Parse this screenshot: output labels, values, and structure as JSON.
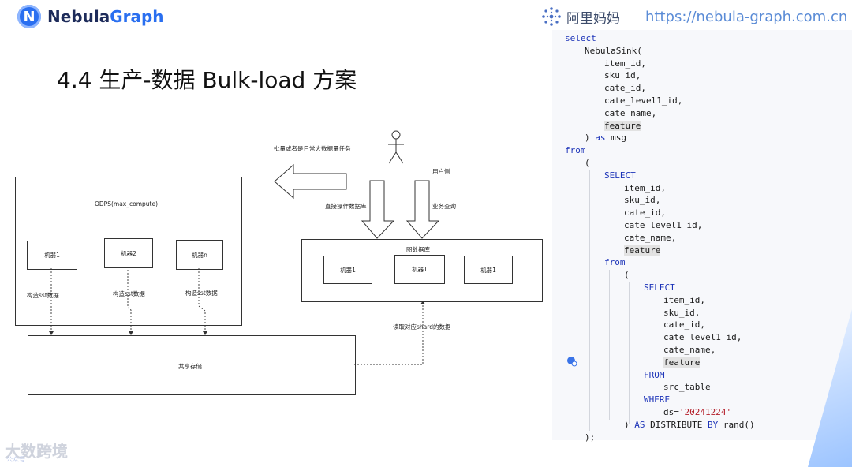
{
  "header": {
    "logo_text_1": "Nebula",
    "logo_text_2": "Graph",
    "alibaba_text": "阿里妈妈",
    "url": "https://nebula-graph.com.cn"
  },
  "slide": {
    "title": "4.4 生产-数据 Bulk-load 方案"
  },
  "diagram": {
    "batch_label": "批量或者是日常大数据量任务",
    "user_side": "用户侧",
    "direct_db": "直接操作数据库",
    "biz_query": "业务查询",
    "odps_title": "ODPS(max_compute)",
    "odps_machines": [
      "机器1",
      "机器2",
      "机器n"
    ],
    "build_sst": "构造sst数据",
    "graph_db_title": "图数据库",
    "graph_machines": [
      "机器1",
      "机器1",
      "机器1"
    ],
    "shared_storage": "共享存储",
    "read_shard": "读取对应shard的数据"
  },
  "code": {
    "lines": [
      {
        "indent": 0,
        "parts": [
          [
            "kw",
            "select"
          ]
        ]
      },
      {
        "indent": 1,
        "parts": [
          [
            "id",
            "NebulaSink("
          ]
        ]
      },
      {
        "indent": 2,
        "parts": [
          [
            "id",
            "item_id,"
          ]
        ]
      },
      {
        "indent": 2,
        "parts": [
          [
            "id",
            "sku_id,"
          ]
        ]
      },
      {
        "indent": 2,
        "parts": [
          [
            "id",
            "cate_id,"
          ]
        ]
      },
      {
        "indent": 2,
        "parts": [
          [
            "id",
            "cate_level1_id,"
          ]
        ]
      },
      {
        "indent": 2,
        "parts": [
          [
            "id",
            "cate_name,"
          ]
        ]
      },
      {
        "indent": 2,
        "parts": [
          [
            "hl",
            "feature"
          ]
        ]
      },
      {
        "indent": 1,
        "parts": [
          [
            "id",
            ") "
          ],
          [
            "kw",
            "as"
          ],
          [
            "id",
            " msg"
          ]
        ]
      },
      {
        "indent": 0,
        "parts": [
          [
            "kw",
            "from"
          ]
        ]
      },
      {
        "indent": 1,
        "parts": [
          [
            "id",
            "("
          ]
        ]
      },
      {
        "indent": 2,
        "parts": [
          [
            "kw",
            "SELECT"
          ]
        ]
      },
      {
        "indent": 3,
        "parts": [
          [
            "id",
            "item_id,"
          ]
        ]
      },
      {
        "indent": 3,
        "parts": [
          [
            "id",
            "sku_id,"
          ]
        ]
      },
      {
        "indent": 3,
        "parts": [
          [
            "id",
            "cate_id,"
          ]
        ]
      },
      {
        "indent": 3,
        "parts": [
          [
            "id",
            "cate_level1_id,"
          ]
        ]
      },
      {
        "indent": 3,
        "parts": [
          [
            "id",
            "cate_name,"
          ]
        ]
      },
      {
        "indent": 3,
        "parts": [
          [
            "hl",
            "feature"
          ]
        ]
      },
      {
        "indent": 2,
        "parts": [
          [
            "kw",
            "from"
          ]
        ]
      },
      {
        "indent": 3,
        "parts": [
          [
            "id",
            "("
          ]
        ]
      },
      {
        "indent": 4,
        "parts": [
          [
            "kw",
            "SELECT"
          ]
        ]
      },
      {
        "indent": 5,
        "parts": [
          [
            "id",
            "item_id,"
          ]
        ]
      },
      {
        "indent": 5,
        "parts": [
          [
            "id",
            "sku_id,"
          ]
        ]
      },
      {
        "indent": 5,
        "parts": [
          [
            "id",
            "cate_id,"
          ]
        ]
      },
      {
        "indent": 5,
        "parts": [
          [
            "id",
            "cate_level1_id,"
          ]
        ]
      },
      {
        "indent": 5,
        "parts": [
          [
            "id",
            "cate_name,"
          ]
        ]
      },
      {
        "indent": 5,
        "parts": [
          [
            "hl",
            "feature"
          ]
        ]
      },
      {
        "indent": 4,
        "parts": [
          [
            "kw",
            "FROM"
          ]
        ]
      },
      {
        "indent": 5,
        "parts": [
          [
            "id",
            "src_table"
          ]
        ]
      },
      {
        "indent": 4,
        "parts": [
          [
            "kw",
            "WHERE"
          ]
        ]
      },
      {
        "indent": 5,
        "parts": [
          [
            "id",
            "ds="
          ],
          [
            "str",
            "'20241224'"
          ]
        ]
      },
      {
        "indent": 3,
        "parts": [
          [
            "id",
            ") "
          ],
          [
            "kw",
            "AS"
          ],
          [
            "id",
            " DISTRIBUTE "
          ],
          [
            "kw",
            "BY"
          ],
          [
            "id",
            " rand()"
          ]
        ]
      },
      {
        "indent": 1,
        "parts": [
          [
            "id",
            ");"
          ]
        ]
      }
    ]
  },
  "watermark": {
    "text": "大数跨境",
    "sub": "公众号"
  },
  "colors": {
    "brand_blue": "#2a6ff0",
    "keyword_blue": "#1c33b8",
    "string_red": "#b31d28"
  }
}
